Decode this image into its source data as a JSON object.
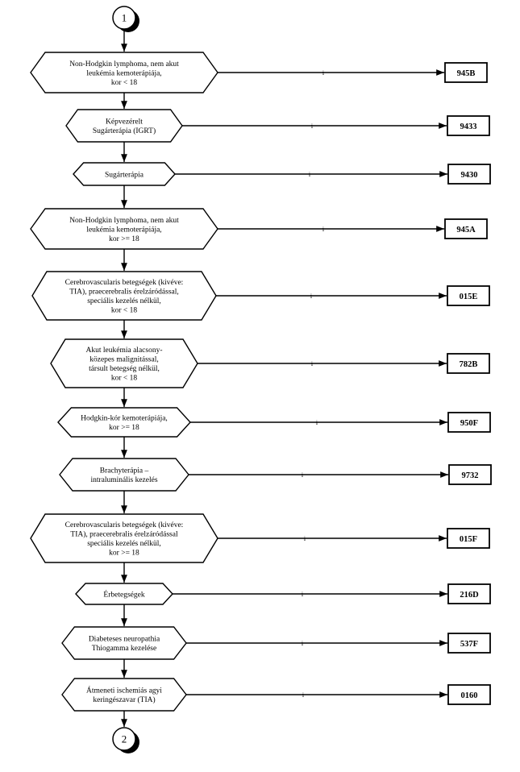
{
  "connectors": {
    "start": "1",
    "end": "2"
  },
  "edge_label": "i",
  "rows": [
    {
      "lines": [
        "Non-Hodgkin lymphoma, nem akut",
        "leukémia kemoterápiája,",
        "kor < 18"
      ],
      "code": "945B"
    },
    {
      "lines": [
        "Képvezérelt",
        "Sugárterápia (IGRT)"
      ],
      "code": "9433"
    },
    {
      "lines": [
        "Sugárterápia"
      ],
      "code": "9430"
    },
    {
      "lines": [
        "Non-Hodgkin lymphoma, nem akut",
        "leukémia kemoterápiája,",
        "kor >= 18"
      ],
      "code": "945A"
    },
    {
      "lines": [
        "Cerebrovascularis betegségek (kivéve:",
        "TIA), praecerebralis érelzáródással,",
        "speciális kezelés nélkül,",
        "kor < 18"
      ],
      "code": "015E"
    },
    {
      "lines": [
        "Akut leukémia alacsony-",
        "közepes malignitással,",
        "társult betegség nélkül,",
        "kor < 18"
      ],
      "code": "782B"
    },
    {
      "lines": [
        "Hodgkin-kór kemoterápiája,",
        "kor >= 18"
      ],
      "code": "950F"
    },
    {
      "lines": [
        "Brachyterápia –",
        "intraluminális kezelés"
      ],
      "code": "9732"
    },
    {
      "lines": [
        "Cerebrovascularis betegségek (kivéve:",
        "TIA), praecerebralis érelzáródással",
        "speciális kezelés nélkül,",
        "kor >= 18"
      ],
      "code": "015F"
    },
    {
      "lines": [
        "Érbetegségek"
      ],
      "code": "216D"
    },
    {
      "lines": [
        "Diabeteses neuropathia",
        "Thiogamma kezelése"
      ],
      "code": "537F"
    },
    {
      "lines": [
        "Átmeneti ischemiás agyi",
        "keringészavar (TIA)"
      ],
      "code": "0160"
    }
  ]
}
